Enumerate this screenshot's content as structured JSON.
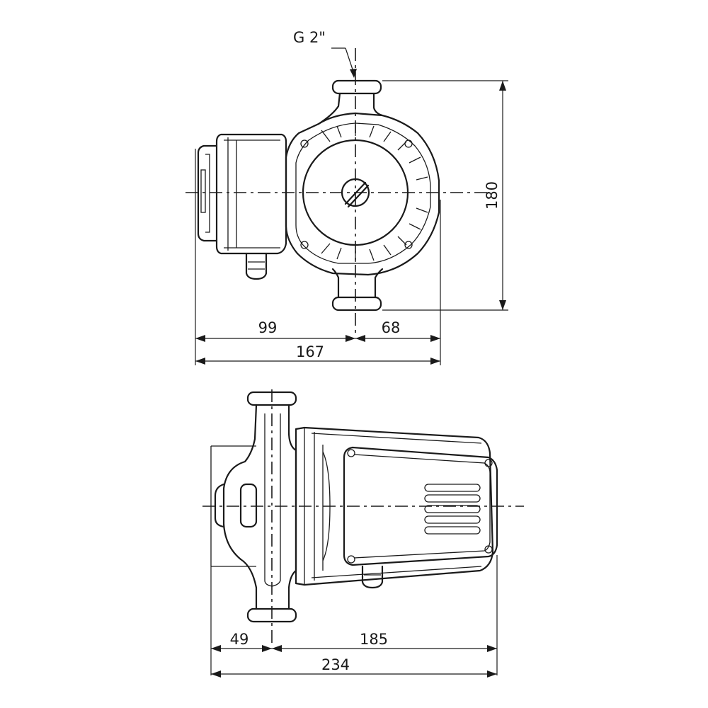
{
  "thread_label": "G 2\"",
  "top_view": {
    "height_dim": "180",
    "left_dim": "99",
    "right_dim": "68",
    "total_dim": "167"
  },
  "side_view": {
    "left_dim": "49",
    "right_dim": "185",
    "total_dim": "234"
  }
}
